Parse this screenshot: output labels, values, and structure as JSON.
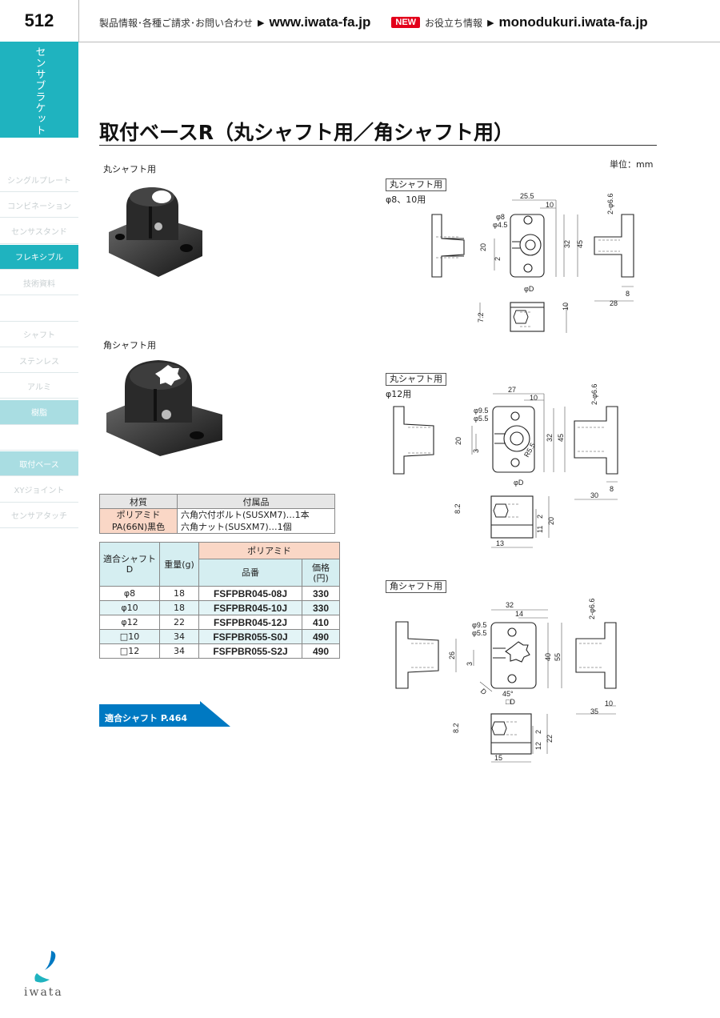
{
  "header": {
    "page_number": "512",
    "info_text": "製品情報･各種ご請求･お問い合わせ",
    "url1": "www.iwata-fa.jp",
    "new_badge": "NEW",
    "info_text2": "お役立ち情報",
    "url2": "monodukuri.iwata-fa.jp"
  },
  "sidebar": {
    "category": "センサブラケット",
    "items": [
      {
        "label": "シングルプレート",
        "state": "inactive"
      },
      {
        "label": "コンビネーション",
        "state": "inactive"
      },
      {
        "label": "センサスタンド",
        "state": "inactive"
      },
      {
        "label": "フレキシブル",
        "state": "active"
      },
      {
        "label": "技術資料",
        "state": "inactive"
      },
      {
        "label": "",
        "state": "inactive"
      },
      {
        "label": "シャフト",
        "state": "inactive"
      },
      {
        "label": "ステンレス",
        "state": "inactive"
      },
      {
        "label": "アルミ",
        "state": "inactive"
      },
      {
        "label": "樹脂",
        "state": "active-light"
      },
      {
        "label": "",
        "state": "inactive"
      },
      {
        "label": "取付ベース",
        "state": "active-light"
      },
      {
        "label": "XYジョイント",
        "state": "inactive"
      },
      {
        "label": "センサアタッチ",
        "state": "inactive"
      }
    ]
  },
  "title": "取付ベースR（丸シャフト用／角シャフト用）",
  "unit": "単位：mm",
  "photos": {
    "round_label": "丸シャフト用",
    "square_label": "角シャフト用"
  },
  "material_table": {
    "headers": [
      "材質",
      "付属品"
    ],
    "material": [
      "ポリアミド",
      "PA(66N)黒色"
    ],
    "accessories": [
      "六角穴付ボルト(SUSXM7)…1本",
      "六角ナット(SUSXM7)…1個"
    ]
  },
  "spec_table": {
    "col_shaft": [
      "適合シャフト",
      "D"
    ],
    "col_weight": "重量(g)",
    "group": "ポリアミド",
    "col_part": "品番",
    "col_price": [
      "価格",
      "(円)"
    ],
    "rows": [
      {
        "shaft": "φ8",
        "weight": "18",
        "part": "FSFPBR045-08J",
        "price": "330"
      },
      {
        "shaft": "φ10",
        "weight": "18",
        "part": "FSFPBR045-10J",
        "price": "330"
      },
      {
        "shaft": "φ12",
        "weight": "22",
        "part": "FSFPBR045-12J",
        "price": "410"
      },
      {
        "shaft": "□10",
        "weight": "34",
        "part": "FSFPBR055-S0J",
        "price": "490"
      },
      {
        "shaft": "□12",
        "weight": "34",
        "part": "FSFPBR055-S2J",
        "price": "490"
      }
    ]
  },
  "link": "適合シャフト P.464",
  "drawings": {
    "d1": {
      "title": "丸シャフト用",
      "sub": "φ8、10用",
      "dims": [
        "25.5",
        "10",
        "φ8",
        "φ4.5",
        "20",
        "2",
        "32",
        "45",
        "2-φ6.6",
        "8",
        "28",
        "φD",
        "7.2",
        "10"
      ]
    },
    "d2": {
      "title": "丸シャフト用",
      "sub": "φ12用",
      "dims": [
        "27",
        "10",
        "φ9.5",
        "φ5.5",
        "20",
        "3",
        "R5.5",
        "32",
        "45",
        "2-φ6.6",
        "8",
        "30",
        "φD",
        "8.2",
        "2",
        "11",
        "20",
        "13"
      ]
    },
    "d3": {
      "title": "角シャフト用",
      "dims": [
        "32",
        "14",
        "φ9.5",
        "φ5.5",
        "26",
        "3",
        "40",
        "55",
        "D",
        "45°",
        "□D",
        "2-φ6.6",
        "10",
        "35",
        "8.2",
        "2",
        "12",
        "22",
        "15"
      ]
    }
  },
  "logo": "iwata",
  "colors": {
    "teal": "#1fb3bf",
    "light_teal": "#a9dde2",
    "pink": "#fad7c6",
    "blue": "#0079c2",
    "red": "#e3001b"
  }
}
